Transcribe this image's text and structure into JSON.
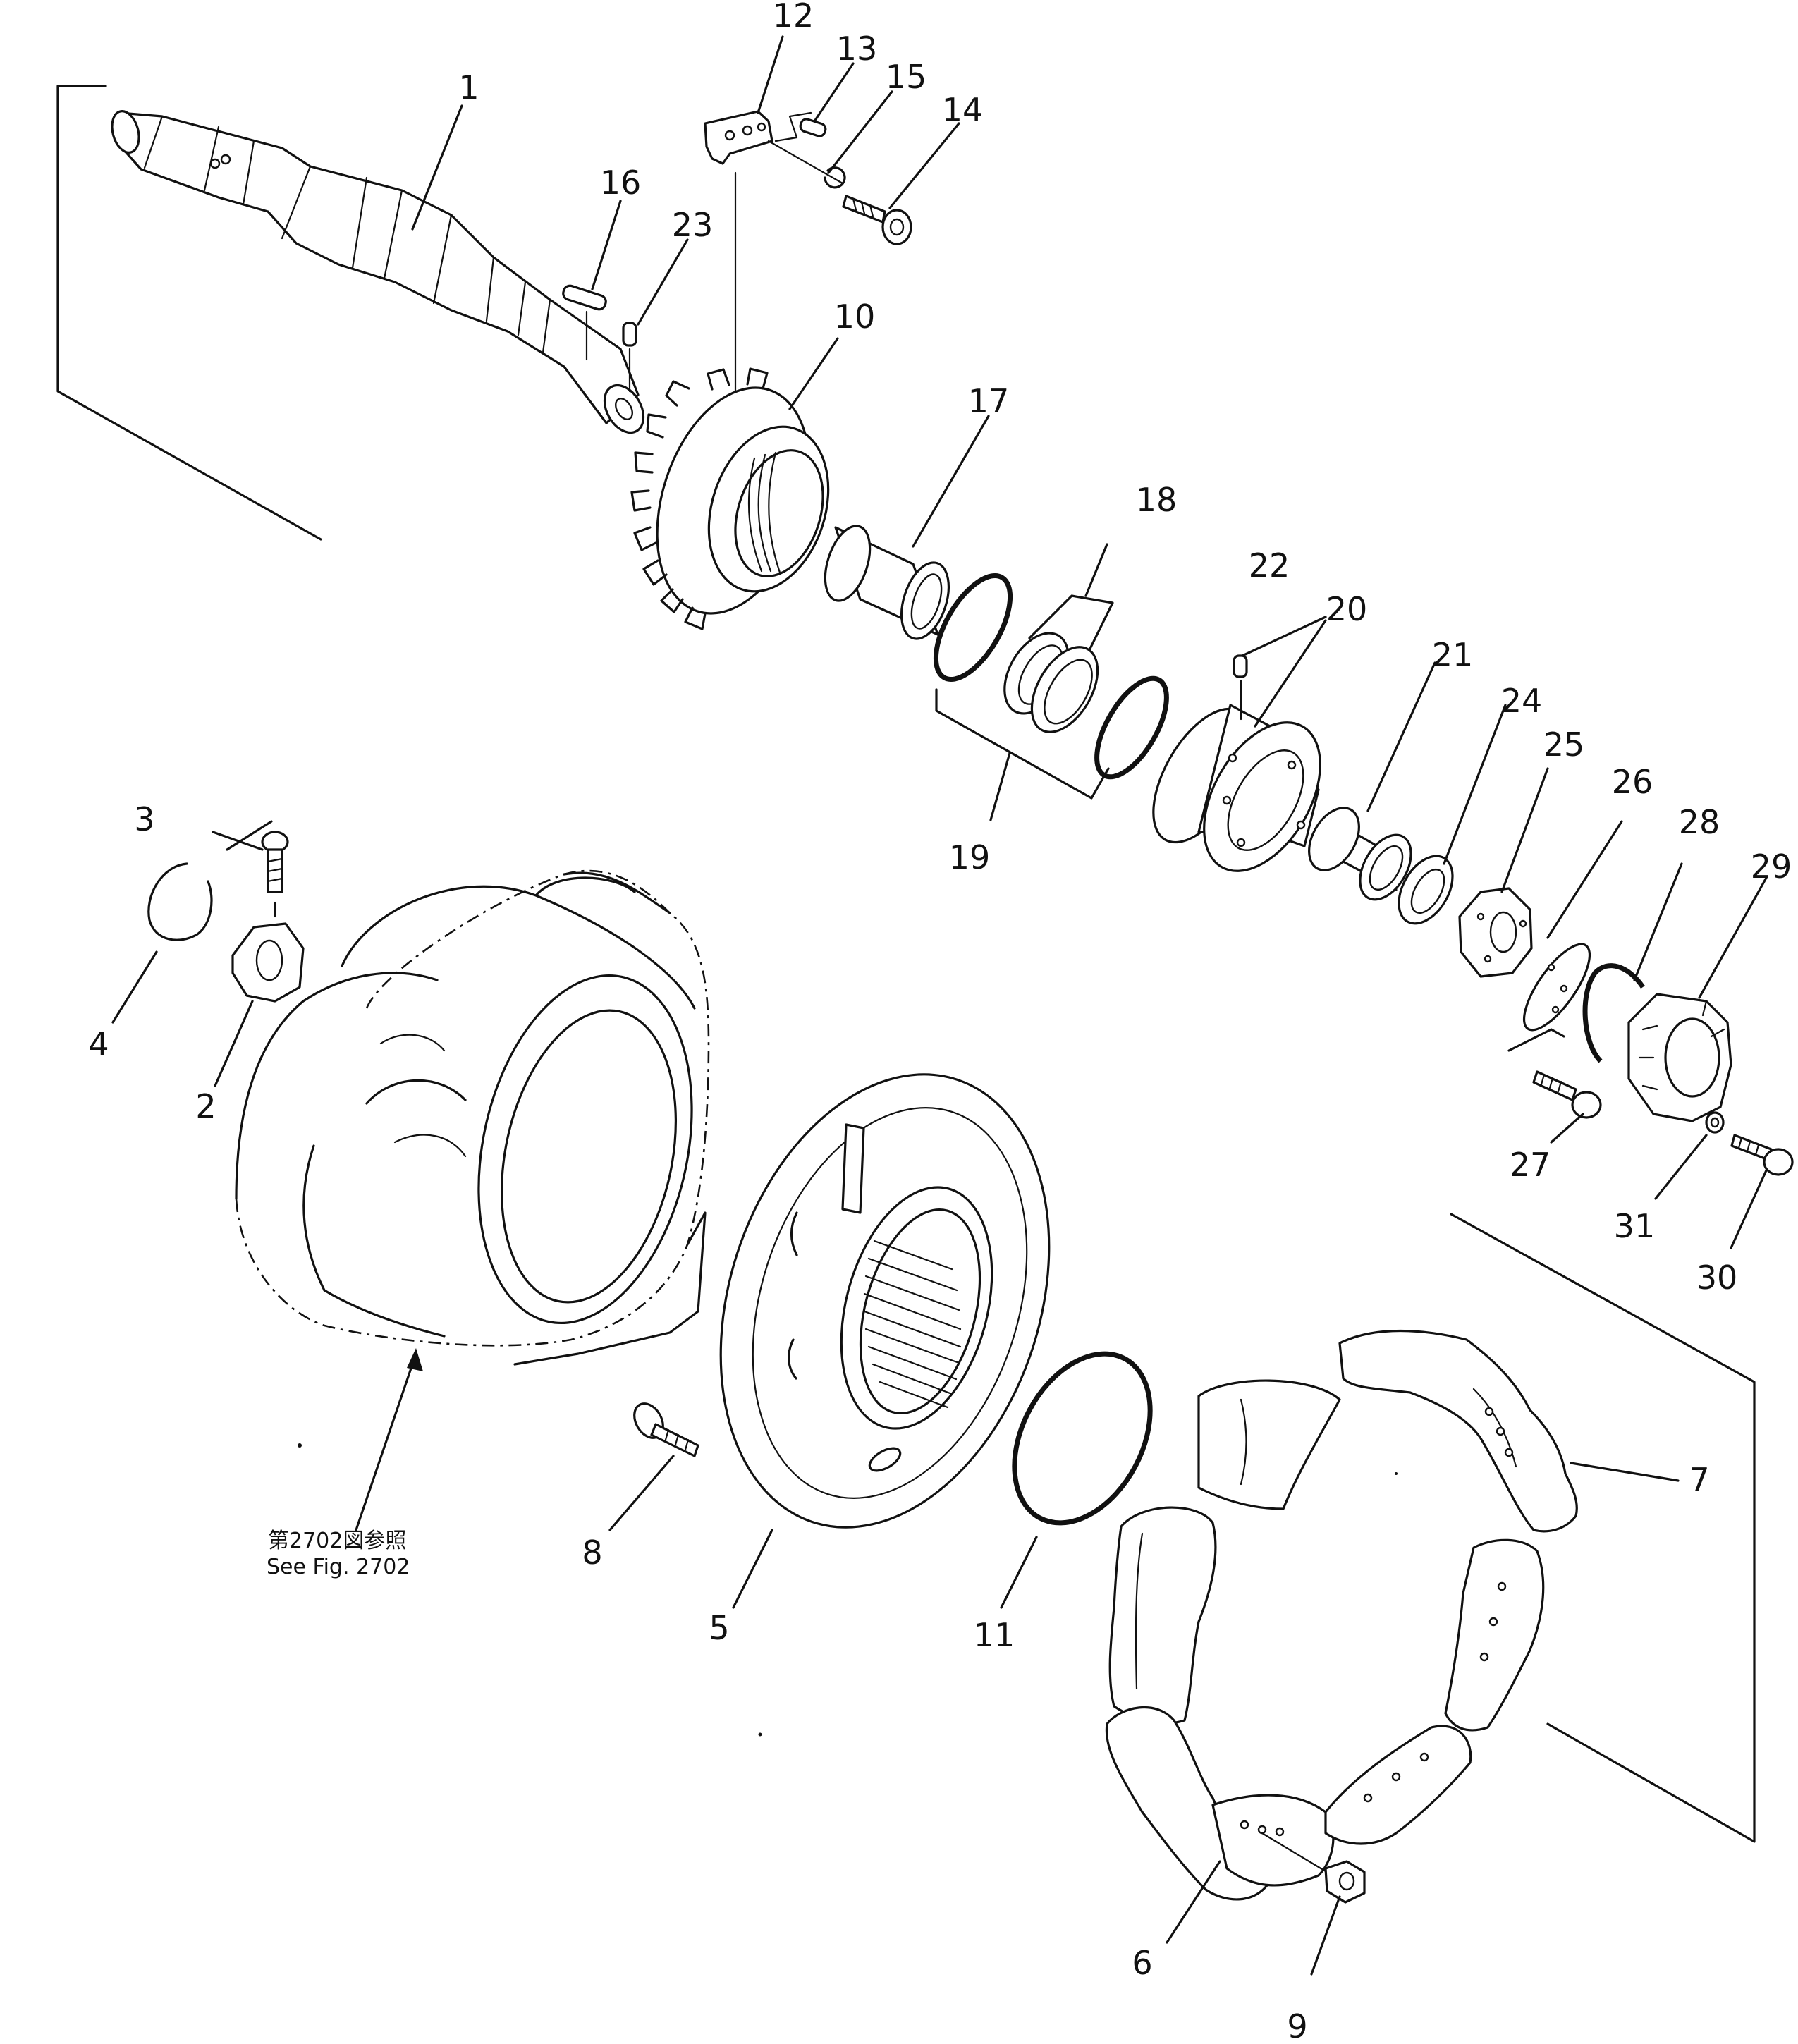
{
  "diagram": {
    "labels": [
      "1",
      "2",
      "3",
      "4",
      "5",
      "6",
      "7",
      "8",
      "9",
      "10",
      "11",
      "12",
      "13",
      "14",
      "15",
      "16",
      "17",
      "18",
      "19",
      "20",
      "21",
      "22",
      "23",
      "24",
      "25",
      "26",
      "27",
      "28",
      "29",
      "30",
      "31"
    ],
    "reference_note": {
      "line_jp": "第2702図参照",
      "line_en": "See  Fig.  2702"
    }
  }
}
